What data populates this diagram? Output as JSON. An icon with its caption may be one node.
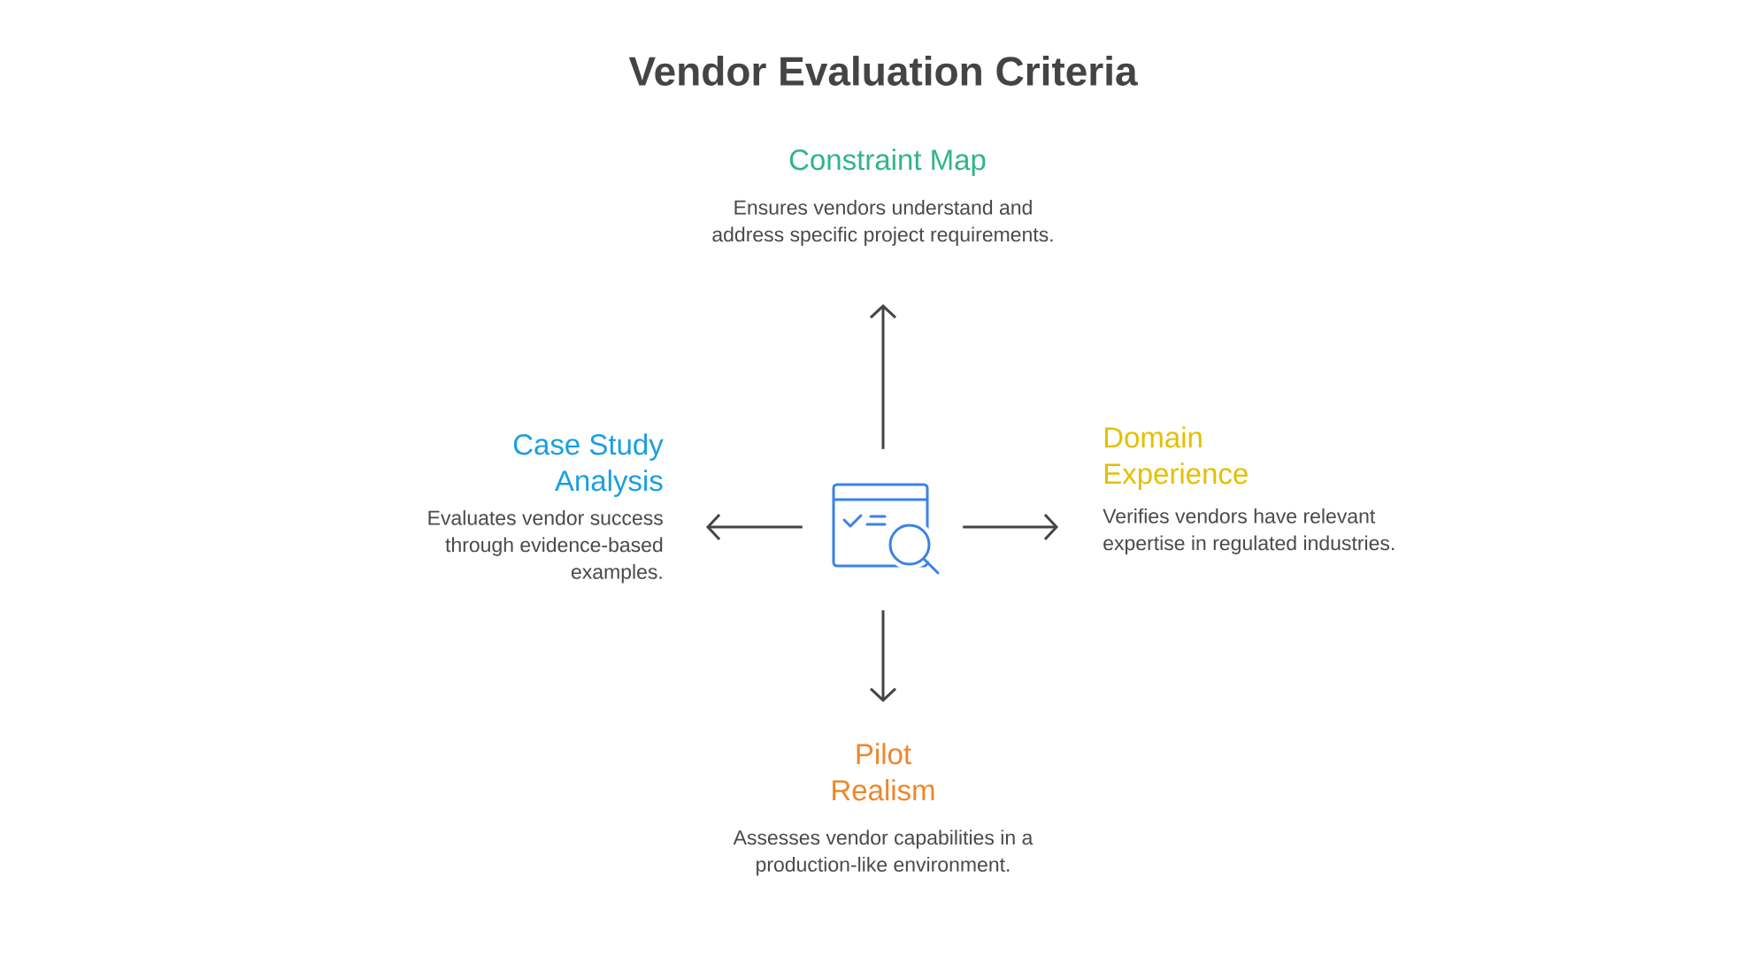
{
  "diagram": {
    "title": "Vendor Evaluation Criteria",
    "nodes": [
      {
        "text": [
          "Constraint Map",
          "Ensures vendors understand and address specific project requirements."
        ]
      },
      {
        "text": [
          "Case Study Analysis",
          "Evaluates vendor success through evidence-based examples."
        ]
      },
      {
        "text": [],
        "shape": "picture"
      },
      {
        "text": [
          "Domain Experience",
          "Verifies vendors have relevant expertise in regulated industries."
        ]
      },
      {
        "text": [
          "Pilot Realism",
          "Assesses vendor capabilities in a production-like environment."
        ]
      }
    ],
    "edges": [
      {
        "from": 2,
        "to": 0,
        "arrow": "to"
      },
      {
        "from": 2,
        "to": 1,
        "arrow": "to"
      },
      {
        "from": 2,
        "to": 3,
        "arrow": "to"
      },
      {
        "from": 2,
        "to": 4,
        "arrow": "to"
      }
    ]
  }
}
